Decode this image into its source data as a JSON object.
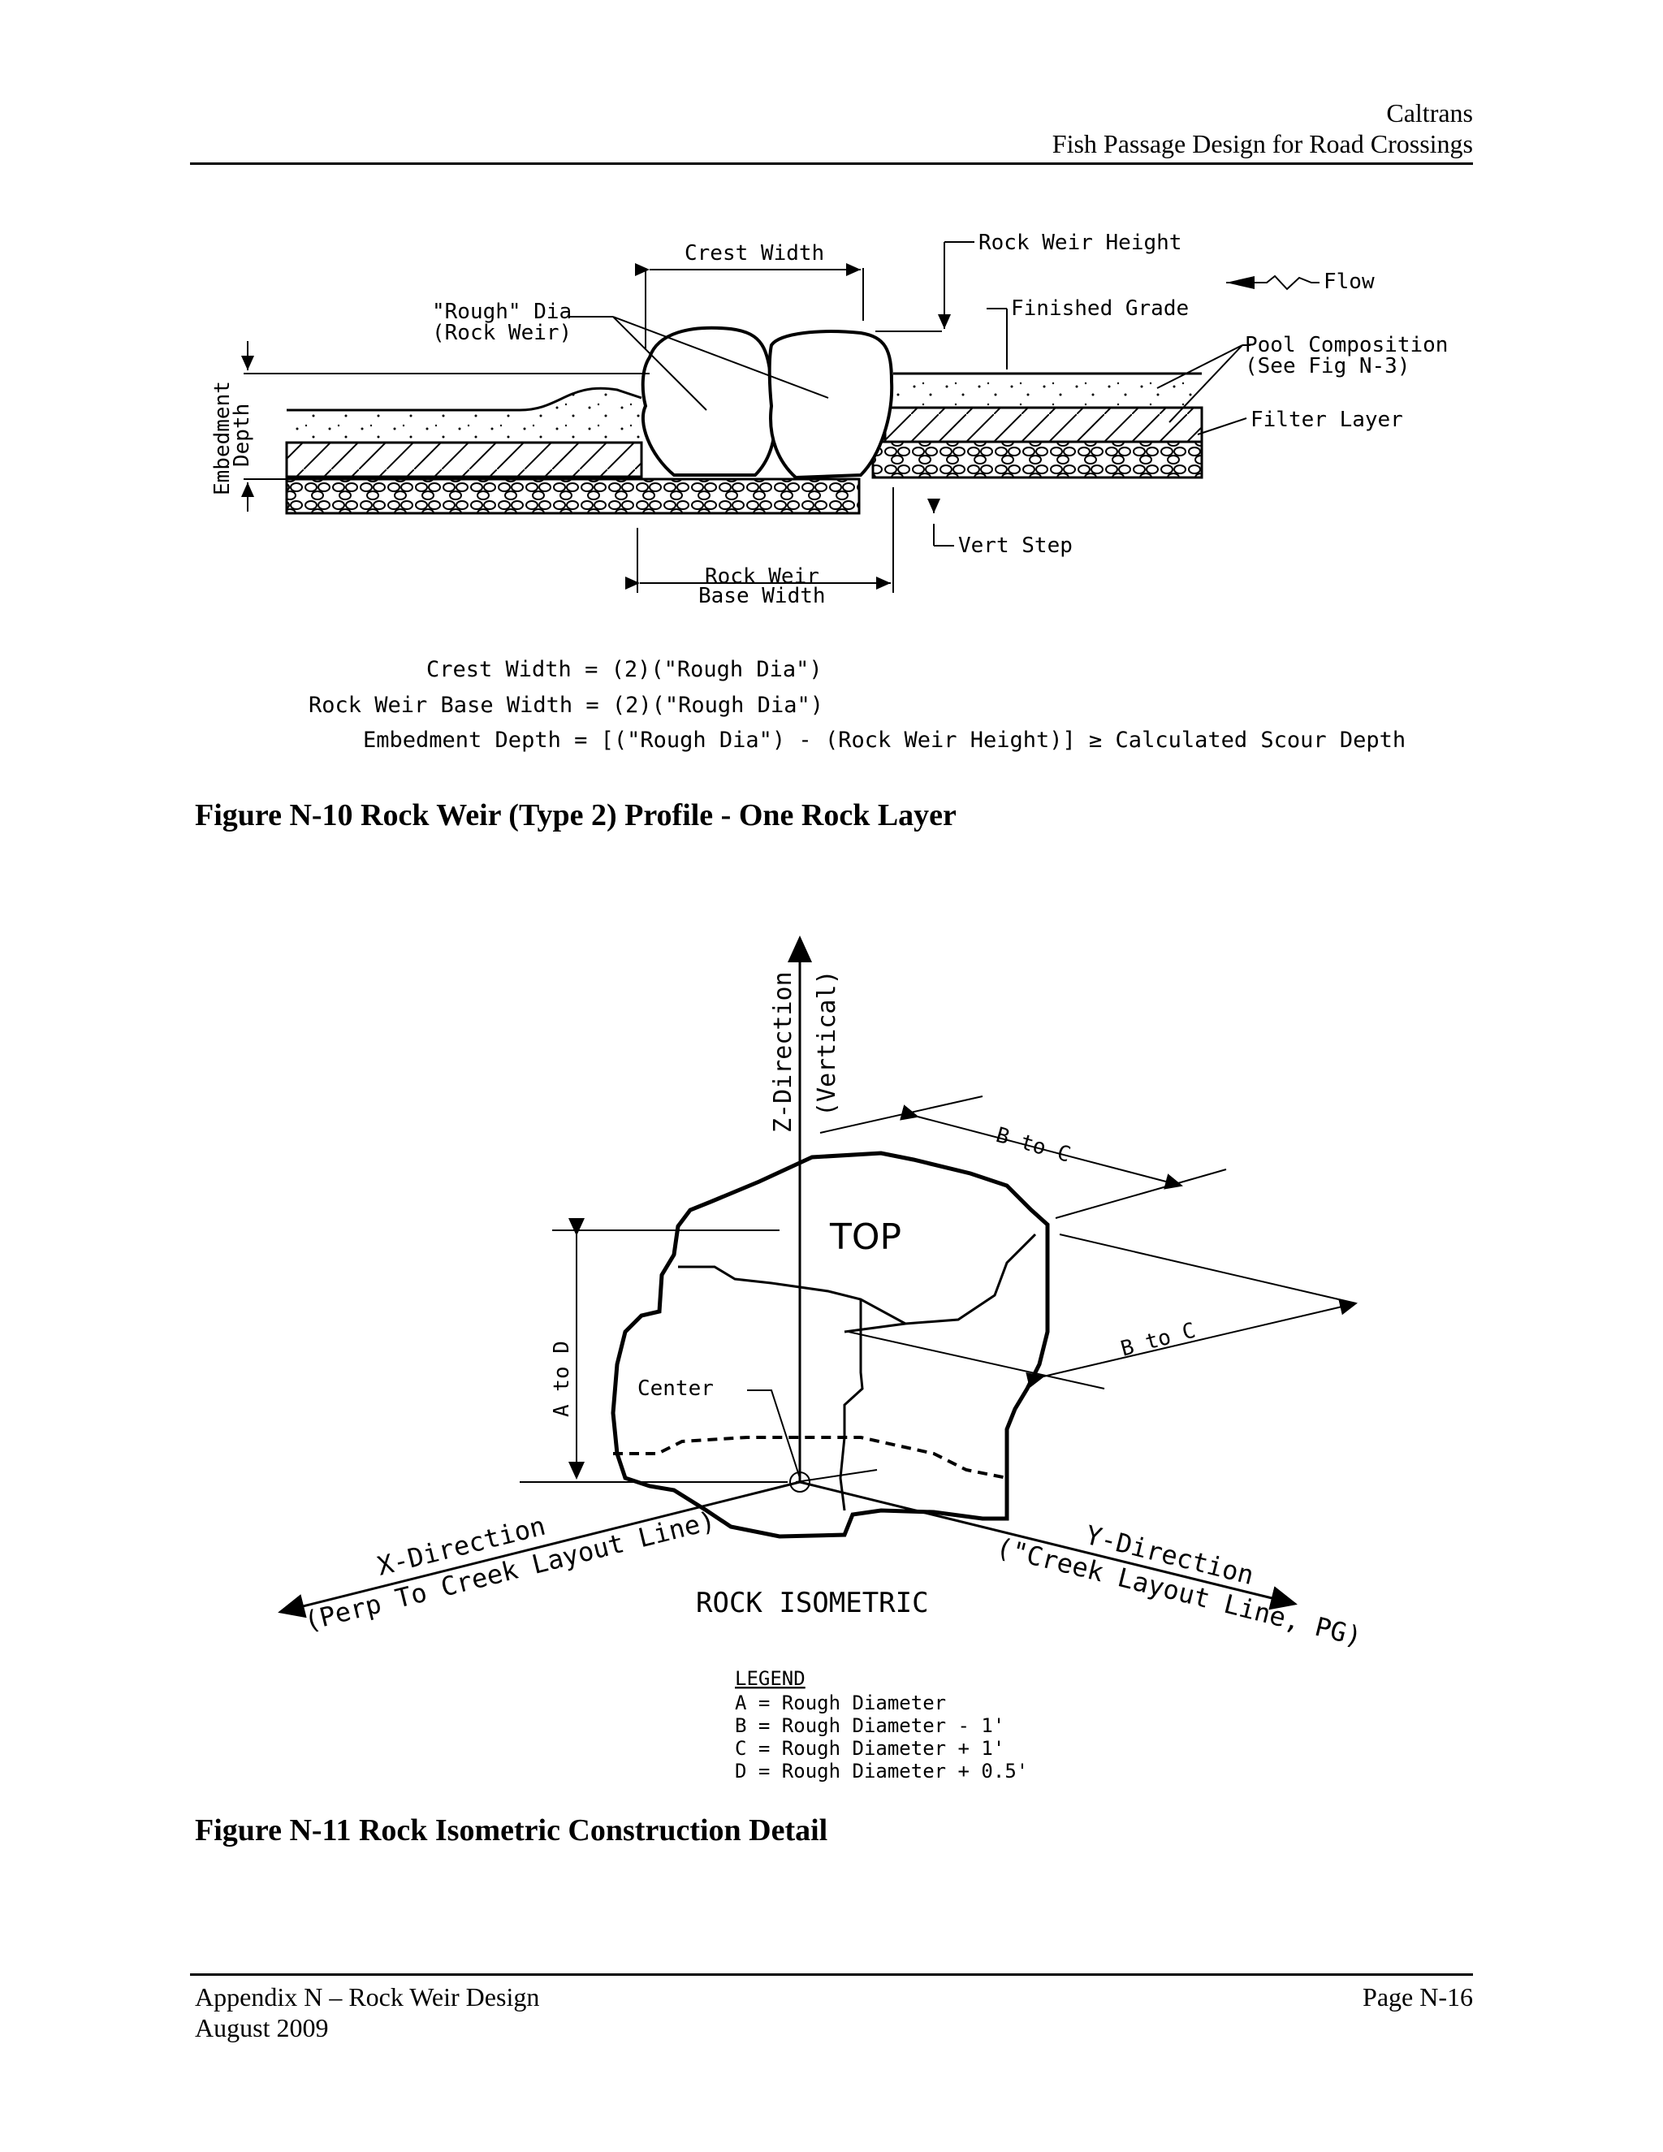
{
  "header": {
    "org": "Caltrans",
    "title": "Fish Passage Design for Road Crossings"
  },
  "figure10": {
    "caption": "Figure N-10 Rock Weir (Type 2) Profile - One Rock Layer",
    "labels": {
      "crest_width": "Crest Width",
      "rock_weir_height": "Rock Weir Height",
      "flow": "Flow",
      "rough_dia_1": "\"Rough\" Dia",
      "rough_dia_2": "(Rock Weir)",
      "finished_grade": "Finished Grade",
      "pool_comp_1": "Pool Composition",
      "pool_comp_2": "(See Fig N-3)",
      "filter_layer": "Filter Layer",
      "embedment_1": "Embedment",
      "embedment_2": "Depth",
      "vert_step": "Vert Step",
      "base_width_1": "Rock Weir",
      "base_width_2": "Base Width"
    },
    "equations": [
      "Crest Width = (2)(\"Rough Dia\")",
      "Rock Weir Base Width = (2)(\"Rough Dia\")",
      "Embedment Depth = [(\"Rough Dia\") - (Rock Weir Height)] ≥ Calculated Scour Depth"
    ]
  },
  "figure11": {
    "caption": "Figure N-11 Rock Isometric Construction Detail",
    "labels": {
      "z_dir": "Z-Direction",
      "vertical": "(Vertical)",
      "b_to_c_top": "B to C",
      "b_to_c_right": "B to C",
      "top": "TOP",
      "a_to_d": "A to D",
      "center": "Center",
      "x_dir": "X-Direction",
      "x_sub": "(Perp To Creek Layout Line)",
      "y_dir": "Y-Direction",
      "y_sub": "(\"Creek Layout Line, PG)",
      "title": "ROCK ISOMETRIC"
    },
    "legend": {
      "title": "LEGEND",
      "items": [
        "A = Rough Diameter",
        "B = Rough Diameter - 1'",
        "C = Rough Diameter + 1'",
        "D = Rough Diameter + 0.5'"
      ]
    }
  },
  "footer": {
    "left1": "Appendix N – Rock Weir Design",
    "left2": "August 2009",
    "right": "Page N-16"
  }
}
